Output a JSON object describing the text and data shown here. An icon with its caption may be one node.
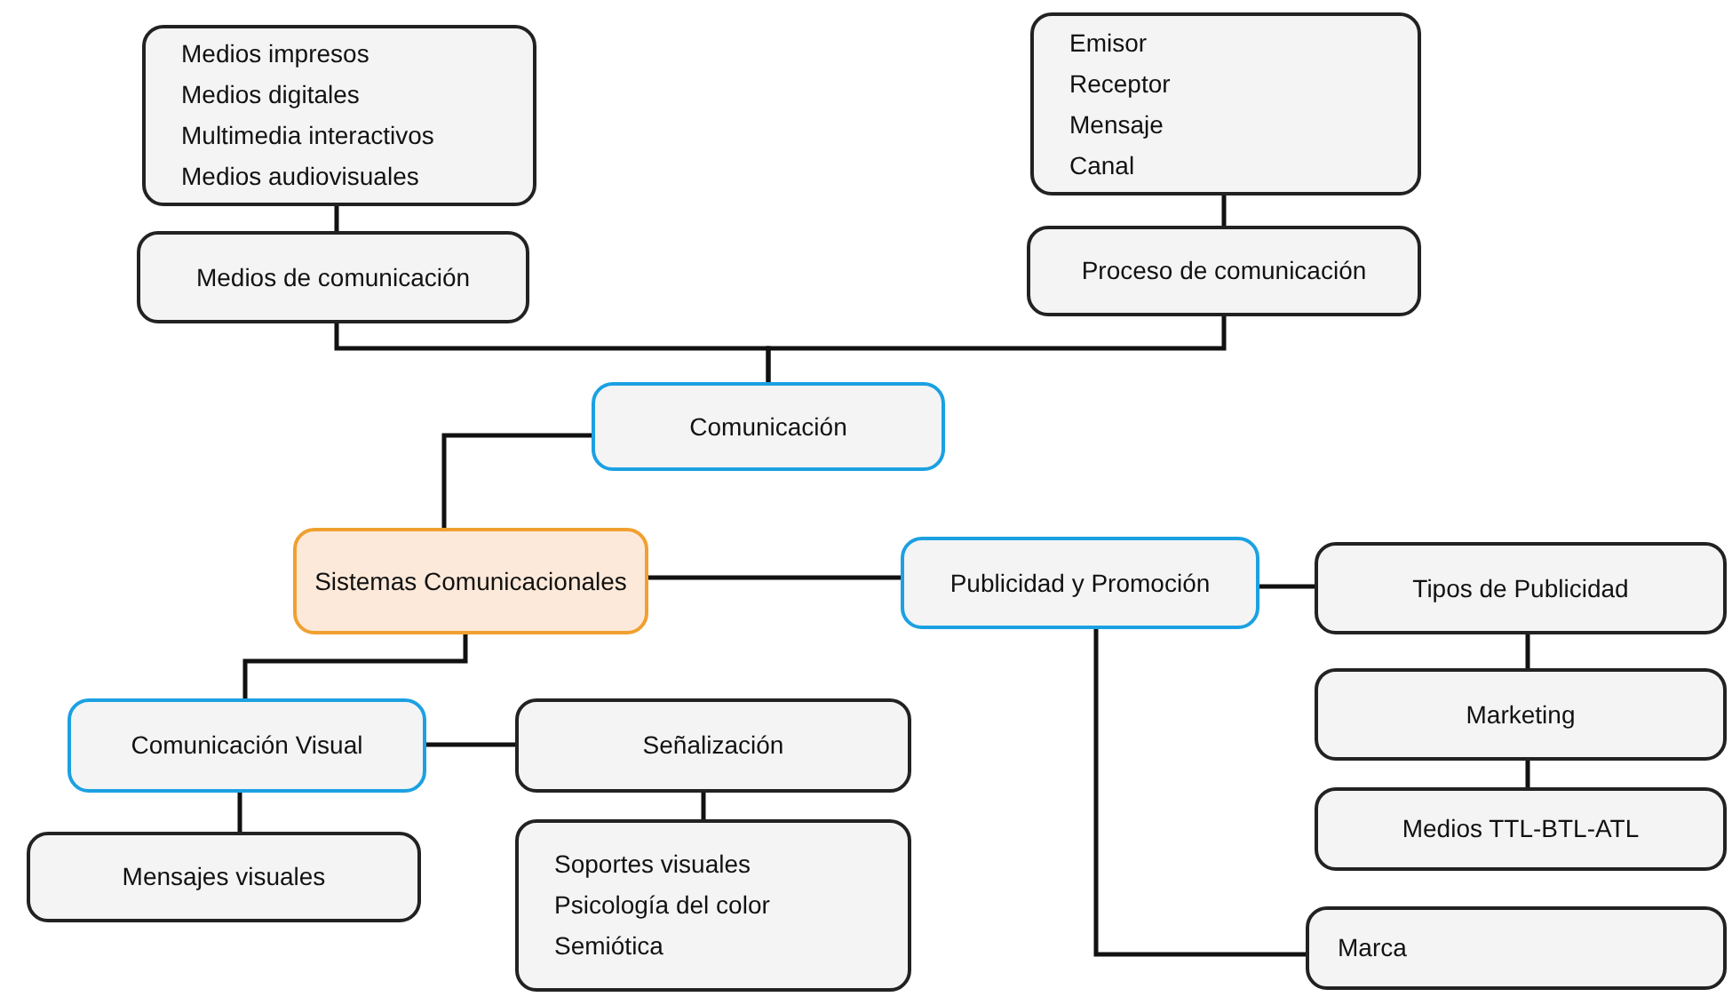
{
  "diagram": {
    "nodes": [
      {
        "text": [
          "Medios impresos",
          "Medios digitales",
          "Multimedia interactivos",
          "Medios audiovisuales"
        ]
      },
      {
        "text": [
          "Medios de comunicación"
        ]
      },
      {
        "text": [
          "Emisor",
          "Receptor",
          "Mensaje",
          "Canal"
        ]
      },
      {
        "text": [
          "Proceso de comunicación"
        ]
      },
      {
        "text": [
          "Comunicación"
        ]
      },
      {
        "text": [
          "Sistemas Comunicacionales"
        ]
      },
      {
        "text": [
          "Publicidad y Promoción"
        ]
      },
      {
        "text": [
          "Tipos de Publicidad"
        ]
      },
      {
        "text": [
          "Marketing"
        ]
      },
      {
        "text": [
          "Medios TTL-BTL-ATL"
        ]
      },
      {
        "text": [
          "Marca"
        ]
      },
      {
        "text": [
          "Comunicación Visual"
        ]
      },
      {
        "text": [
          "Señalización"
        ]
      },
      {
        "text": [
          "Mensajes visuales"
        ]
      },
      {
        "text": [
          "Soportes visuales",
          "Psicología del color",
          "Semiótica"
        ]
      }
    ],
    "edges": [
      {
        "from": 0,
        "to": 1,
        "arrow": "none"
      },
      {
        "from": 4,
        "to": 1,
        "arrow": "none"
      },
      {
        "from": 4,
        "to": 3,
        "arrow": "none"
      },
      {
        "from": 3,
        "to": 2,
        "arrow": "none"
      },
      {
        "from": 4,
        "to": 5,
        "arrow": "none"
      },
      {
        "from": 5,
        "to": 6,
        "arrow": "none"
      },
      {
        "from": 6,
        "to": 7,
        "arrow": "none"
      },
      {
        "from": 7,
        "to": 8,
        "arrow": "none"
      },
      {
        "from": 8,
        "to": 9,
        "arrow": "none"
      },
      {
        "from": 6,
        "to": 10,
        "arrow": "none"
      },
      {
        "from": 5,
        "to": 11,
        "arrow": "none"
      },
      {
        "from": 11,
        "to": 12,
        "arrow": "none"
      },
      {
        "from": 11,
        "to": 13,
        "arrow": "none"
      },
      {
        "from": 12,
        "to": 14,
        "arrow": "none"
      }
    ]
  }
}
